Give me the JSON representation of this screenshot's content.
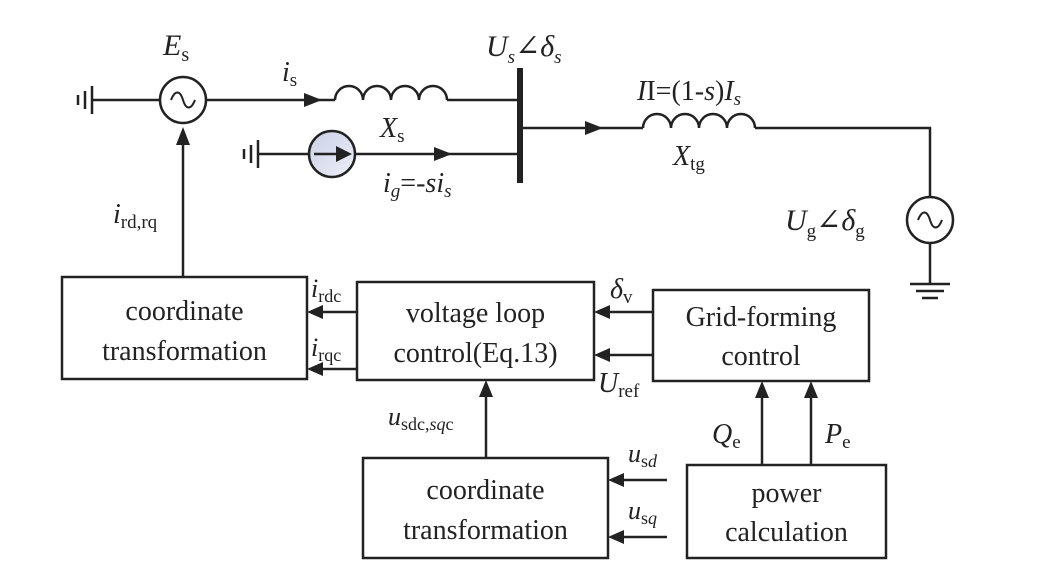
{
  "circuit": {
    "source_s": {
      "main": "E",
      "sub": "s"
    },
    "current_s": {
      "main": "i",
      "sub": "s"
    },
    "reactance_s": {
      "main": "X",
      "sub": "s"
    },
    "bus_voltage": {
      "u": "U",
      "us": "s",
      "angle": "∠",
      "delta": "δ",
      "ds": "s"
    },
    "grid_current": {
      "expr": "I=(1-",
      "s": "s",
      "close": ")",
      "I": "I",
      "Is": "s"
    },
    "reactance_tg": {
      "main": "X",
      "sub": "tg"
    },
    "current_g": {
      "i": "i",
      "g": "g",
      "eq": "=-",
      "s": "s",
      "i2": "i",
      "is": "s"
    },
    "grid_source": {
      "u": "U",
      "us": "g",
      "angle": "∠",
      "delta": "δ",
      "ds": "g"
    }
  },
  "blocks": {
    "coord_left": {
      "line1": "coordinate",
      "line2": "transformation"
    },
    "voltage_loop": {
      "line1": "voltage loop",
      "line2": "control(Eq.13)"
    },
    "grid_forming": {
      "line1": "Grid-forming",
      "line2": "control"
    },
    "coord_bottom": {
      "line1": "coordinate",
      "line2": "transformation"
    },
    "power_calc": {
      "line1": "power",
      "line2": "calculation"
    }
  },
  "signals": {
    "i_rd_rq": {
      "main": "i",
      "sub1": "rd",
      "comma": ",",
      "sub2": "rq"
    },
    "i_rdc": {
      "main": "i",
      "sub": "rdc"
    },
    "i_rqc": {
      "main": "i",
      "sub": "rqc"
    },
    "delta_v": {
      "main": "δ",
      "sub": "v"
    },
    "u_ref": {
      "main": "U",
      "sub": "ref"
    },
    "u_sdc_sqc": {
      "main": "u",
      "sub1": "sdc,",
      "sub2": "sq",
      "sub3": "c"
    },
    "u_sd": {
      "main": "u",
      "sub1": "s",
      "sub2": "d"
    },
    "u_sq": {
      "main": "u",
      "sub1": "s",
      "sub2": "q"
    },
    "q_e": {
      "main": "Q",
      "sub": "e"
    },
    "p_e": {
      "main": "P",
      "sub": "e"
    }
  }
}
